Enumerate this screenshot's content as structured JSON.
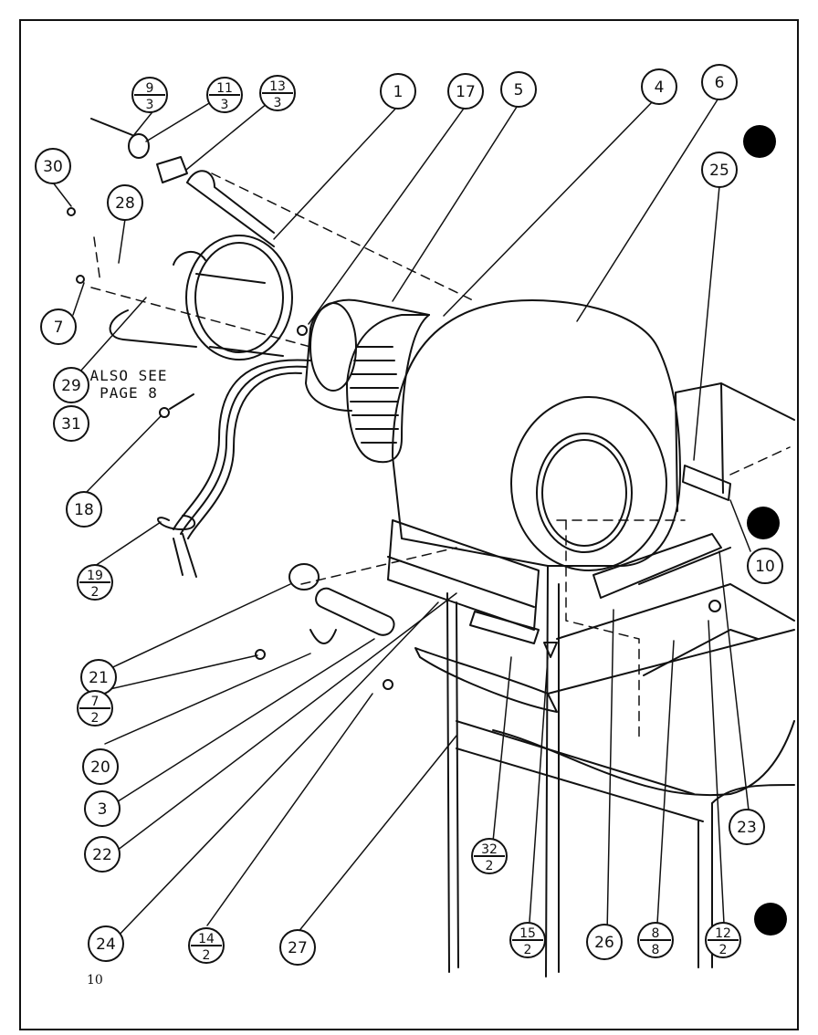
{
  "callouts": [
    {
      "label": "1"
    },
    {
      "label": "17"
    },
    {
      "label": "5"
    },
    {
      "label": "4"
    },
    {
      "label": "6"
    },
    {
      "label": "25"
    },
    {
      "label": "10"
    },
    {
      "label": "23"
    },
    {
      "label": "30"
    },
    {
      "label": "28"
    },
    {
      "label": "7"
    },
    {
      "label": "29"
    },
    {
      "label": "31"
    },
    {
      "label": "18"
    },
    {
      "label": "21"
    },
    {
      "label": "20"
    },
    {
      "label": "3"
    },
    {
      "label": "22"
    },
    {
      "label": "24"
    },
    {
      "label": "27"
    },
    {
      "label": "26"
    }
  ],
  "fraction_callouts": [
    {
      "top": "9",
      "bottom": "3"
    },
    {
      "top": "11",
      "bottom": "3"
    },
    {
      "top": "13",
      "bottom": "3"
    },
    {
      "top": "19",
      "bottom": "2"
    },
    {
      "top": "7",
      "bottom": "2"
    },
    {
      "top": "32",
      "bottom": "2"
    },
    {
      "top": "14",
      "bottom": "2"
    },
    {
      "top": "15",
      "bottom": "2"
    },
    {
      "top": "8",
      "bottom": "8"
    },
    {
      "top": "12",
      "bottom": "2"
    }
  ],
  "note": {
    "line1": "ALSO SEE",
    "line2": "PAGE 8"
  },
  "page_number": "10"
}
